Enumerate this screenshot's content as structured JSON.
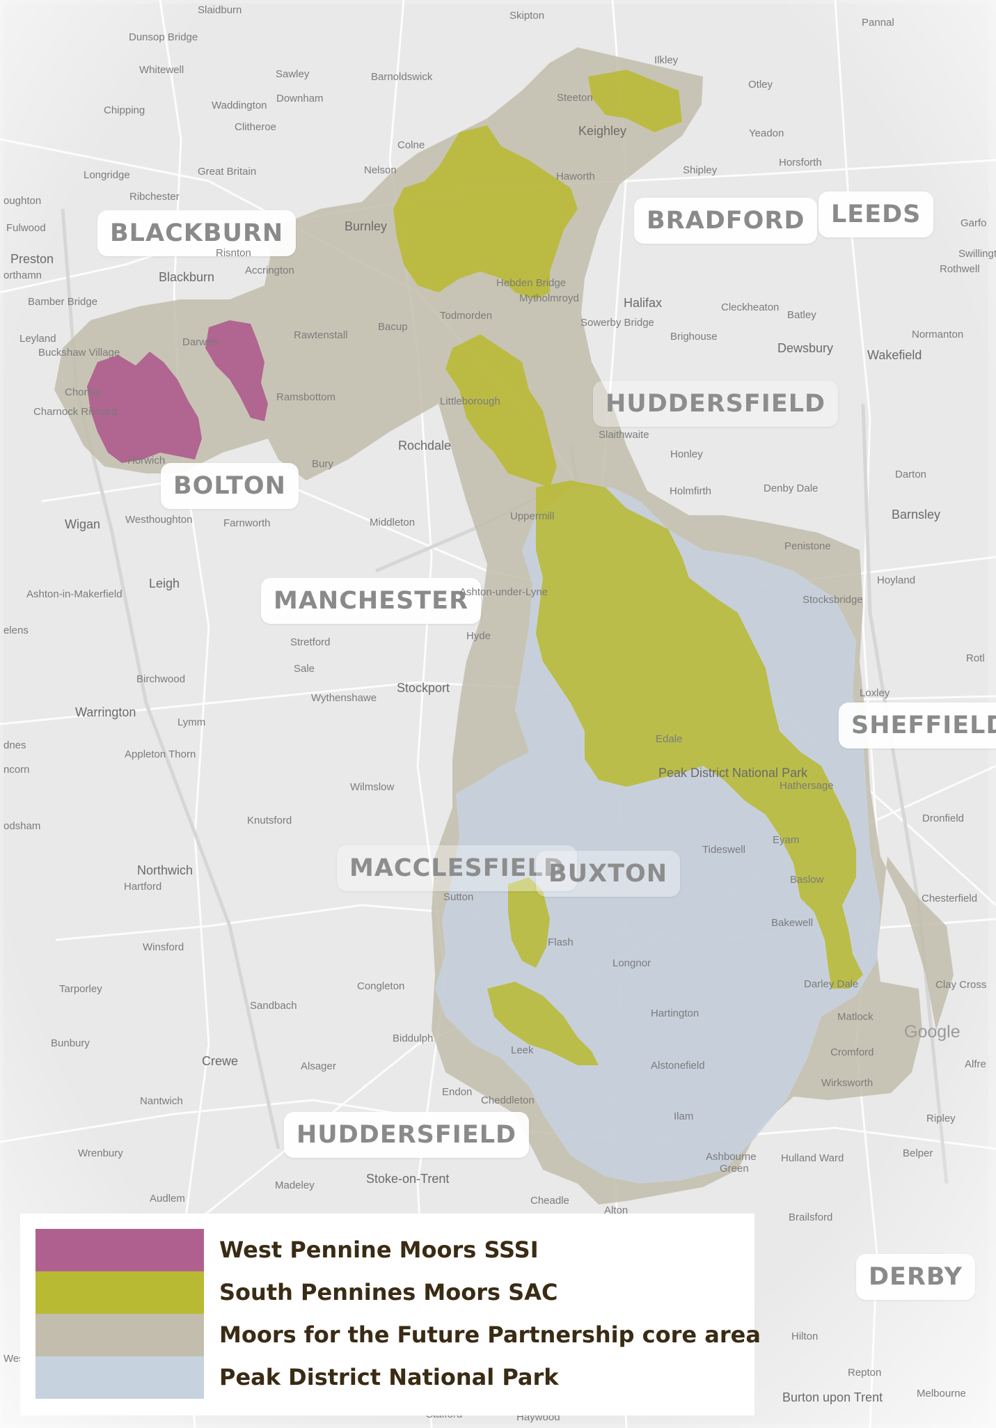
{
  "colors": {
    "west_pennine": "#b0608f",
    "south_pennines": "#b8ba34",
    "mftf_core": "#c2bdac",
    "peak_park": "#c6d2de"
  },
  "city_labels": {
    "blackburn": "BLACKBURN",
    "bolton": "BOLTON",
    "bradford": "BRADFORD",
    "leeds": "LEEDS",
    "huddersfield_north": "HUDDERSFIELD",
    "manchester": "MANCHESTER",
    "sheffield": "SHEFFIELD",
    "macclesfield": "MACCLESFIELD",
    "buxton": "BUXTON",
    "huddersfield_south": "HUDDERSFIELD",
    "derby": "DERBY"
  },
  "towns": [
    "Slaidburn",
    "Skipton",
    "Pannal",
    "Dunsop Bridge",
    "Ilkley",
    "Otley",
    "Whitewell",
    "Sawley",
    "Barnoldswick",
    "Downham",
    "Chipping",
    "Waddington",
    "Clitheroe",
    "Steeton",
    "Keighley",
    "Yeadon",
    "Colne",
    "Horsforth",
    "Longridge",
    "Great Britain",
    "Nelson",
    "Haworth",
    "Shipley",
    "Ribchester",
    "oughton",
    "Fulwood",
    "Burnley",
    "Garfo",
    "Preston",
    "Risnton",
    "Swillington",
    "Blackburn",
    "Accrington",
    "Rothwell",
    "orthamn",
    "Bamber Bridge",
    "Hebden Bridge",
    "Mytholmroyd",
    "Halifax",
    "Cleckheaton",
    "Batley",
    "Bacup",
    "Todmorden",
    "Leyland",
    "Rawtenstall",
    "Darwen",
    "Sowerby Bridge",
    "Brighouse",
    "Normanton",
    "Buckshaw Village",
    "Dewsbury",
    "Wakefield",
    "Chorley",
    "Ramsbottom",
    "Littleborough",
    "Charnock Richard",
    "Rochdale",
    "Slaithwaite",
    "Honley",
    "Bury",
    "Darton",
    "Horwich",
    "Holmfirth",
    "Denby Dale",
    "Uppermill",
    "Wigan",
    "Westhoughton",
    "Farnworth",
    "Middleton",
    "Barnsley",
    "Penistone",
    "Leigh",
    "Ashton-in-Makerfield",
    "Ashton-under-Lyne",
    "Stocksbridge",
    "Hoyland",
    "elens",
    "Hyde",
    "Stretford",
    "Sale",
    "Birchwood",
    "Stockport",
    "Loxley",
    "Rotl",
    "Warrington",
    "Wythenshawe",
    "Lymm",
    "dnes",
    "Appleton Thorn",
    "Edale",
    "Peak District National Park",
    "ncorn",
    "Hathersage",
    "Wilmslow",
    "Dronfield",
    "odsham",
    "Knutsford",
    "Eyam",
    "Tideswell",
    "Northwich",
    "Hartford",
    "Sutton",
    "Baslow",
    "Chesterfield",
    "Bakewell",
    "Winsford",
    "Flash",
    "Longnor",
    "Tarporley",
    "Congleton",
    "Darley Dale",
    "Clay Cross",
    "Sandbach",
    "Hartington",
    "Matlock",
    "Bunbury",
    "Biddulph",
    "Leek",
    "Cromford",
    "Crewe",
    "Alsager",
    "Alstonefield",
    "Alfre",
    "Wirksworth",
    "Nantwich",
    "Endon",
    "Cheddleton",
    "Ilam",
    "Ripley",
    "Wrenbury",
    "Hulland Ward",
    "Belper",
    "Ashbourne",
    "Green",
    "Madeley",
    "Stoke-on-Trent",
    "Audlem",
    "Cheadle",
    "Alton",
    "Brailsford",
    "Hilton",
    "Repton",
    "Burton upon Trent",
    "Melbourne",
    "Stafford",
    "Haywood",
    "Wes"
  ],
  "watermark": "Google",
  "legend": {
    "items": [
      {
        "label": "West Pennine Moors SSSI",
        "color": "#b0608f"
      },
      {
        "label": "South Pennines Moors SAC",
        "color": "#b8ba34"
      },
      {
        "label": "Moors for the Future Partnership core area",
        "color": "#c2bdac"
      },
      {
        "label": "Peak District National Park",
        "color": "#c6d2de"
      }
    ]
  }
}
